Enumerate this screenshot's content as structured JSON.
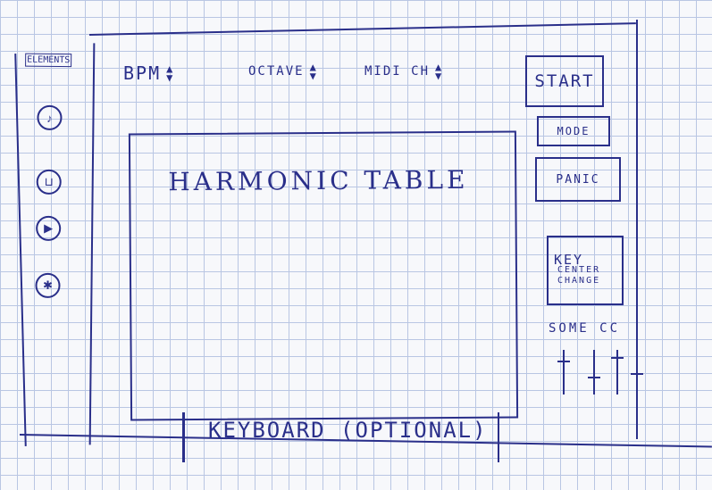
{
  "sidebar": {
    "title": "ELEMENTS",
    "items": [
      {
        "icon": "music-note-icon",
        "glyph": "♪"
      },
      {
        "icon": "waveform-icon",
        "glyph": "⊔"
      },
      {
        "icon": "play-icon",
        "glyph": "▶"
      },
      {
        "icon": "asterisk-icon",
        "glyph": "✱"
      }
    ]
  },
  "controls": {
    "bpm": {
      "label": "BPM",
      "up": "▲",
      "down": "▼"
    },
    "octave": {
      "label": "OCTAVE",
      "up": "▲",
      "down": "▼"
    },
    "midi": {
      "label": "MIDI CH",
      "up": "▲",
      "down": "▼"
    }
  },
  "harmonic": {
    "title": "HARMONIC TABLE"
  },
  "keyboard": {
    "label": "KEYBOARD (OPTIONAL)"
  },
  "buttons": {
    "start": "START",
    "mode": "MODE",
    "panic": "PANIC",
    "key_line1": "KEY",
    "key_line2": "CENTER",
    "key_line3": "CHANGE"
  },
  "cc": {
    "label": "SOME CC"
  }
}
